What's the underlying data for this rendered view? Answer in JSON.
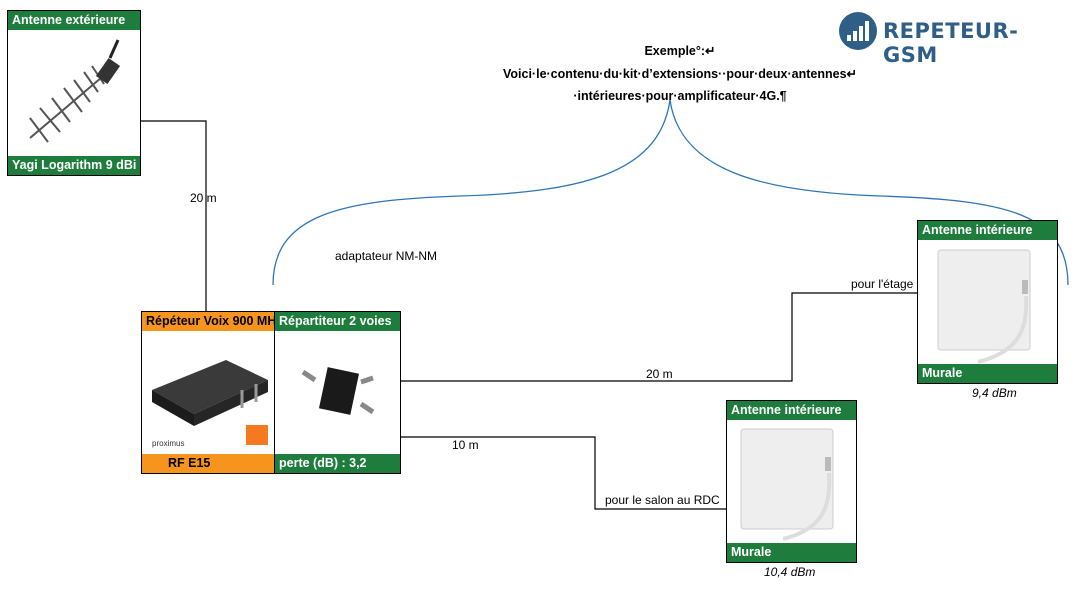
{
  "header": {
    "title_lines": [
      "Exemple°:↵",
      "Voici·le·contenu·du·kit·d’extensions··pour·deux·antennes↵",
      "·intérieures·pour·amplificateur·4G.¶"
    ]
  },
  "logo": {
    "text": "REPETEUR-GSM"
  },
  "outdoor_antenna": {
    "title": "Antenne extérieure",
    "model": "Yagi Logarithm 9 dBi"
  },
  "repeater": {
    "title": "Répéteur Voix 900 MH",
    "model": "RF E15",
    "brand_text": "proximus"
  },
  "splitter": {
    "title": "Répartiteur 2 voies",
    "loss": "perte (dB) : 3,2"
  },
  "indoor_antenna_1": {
    "title": "Antenne intérieure",
    "type": "Murale",
    "power": "9,4  dBm",
    "location": "pour l'étage"
  },
  "indoor_antenna_2": {
    "title": "Antenne intérieure",
    "type": "Murale",
    "power": "10,4  dBm",
    "location": "pour le salon au RDC"
  },
  "cables": {
    "outdoor_length": "20 m",
    "upper_length": "20 m",
    "lower_length": "10 m",
    "adapter": "adaptateur NM-NM"
  }
}
